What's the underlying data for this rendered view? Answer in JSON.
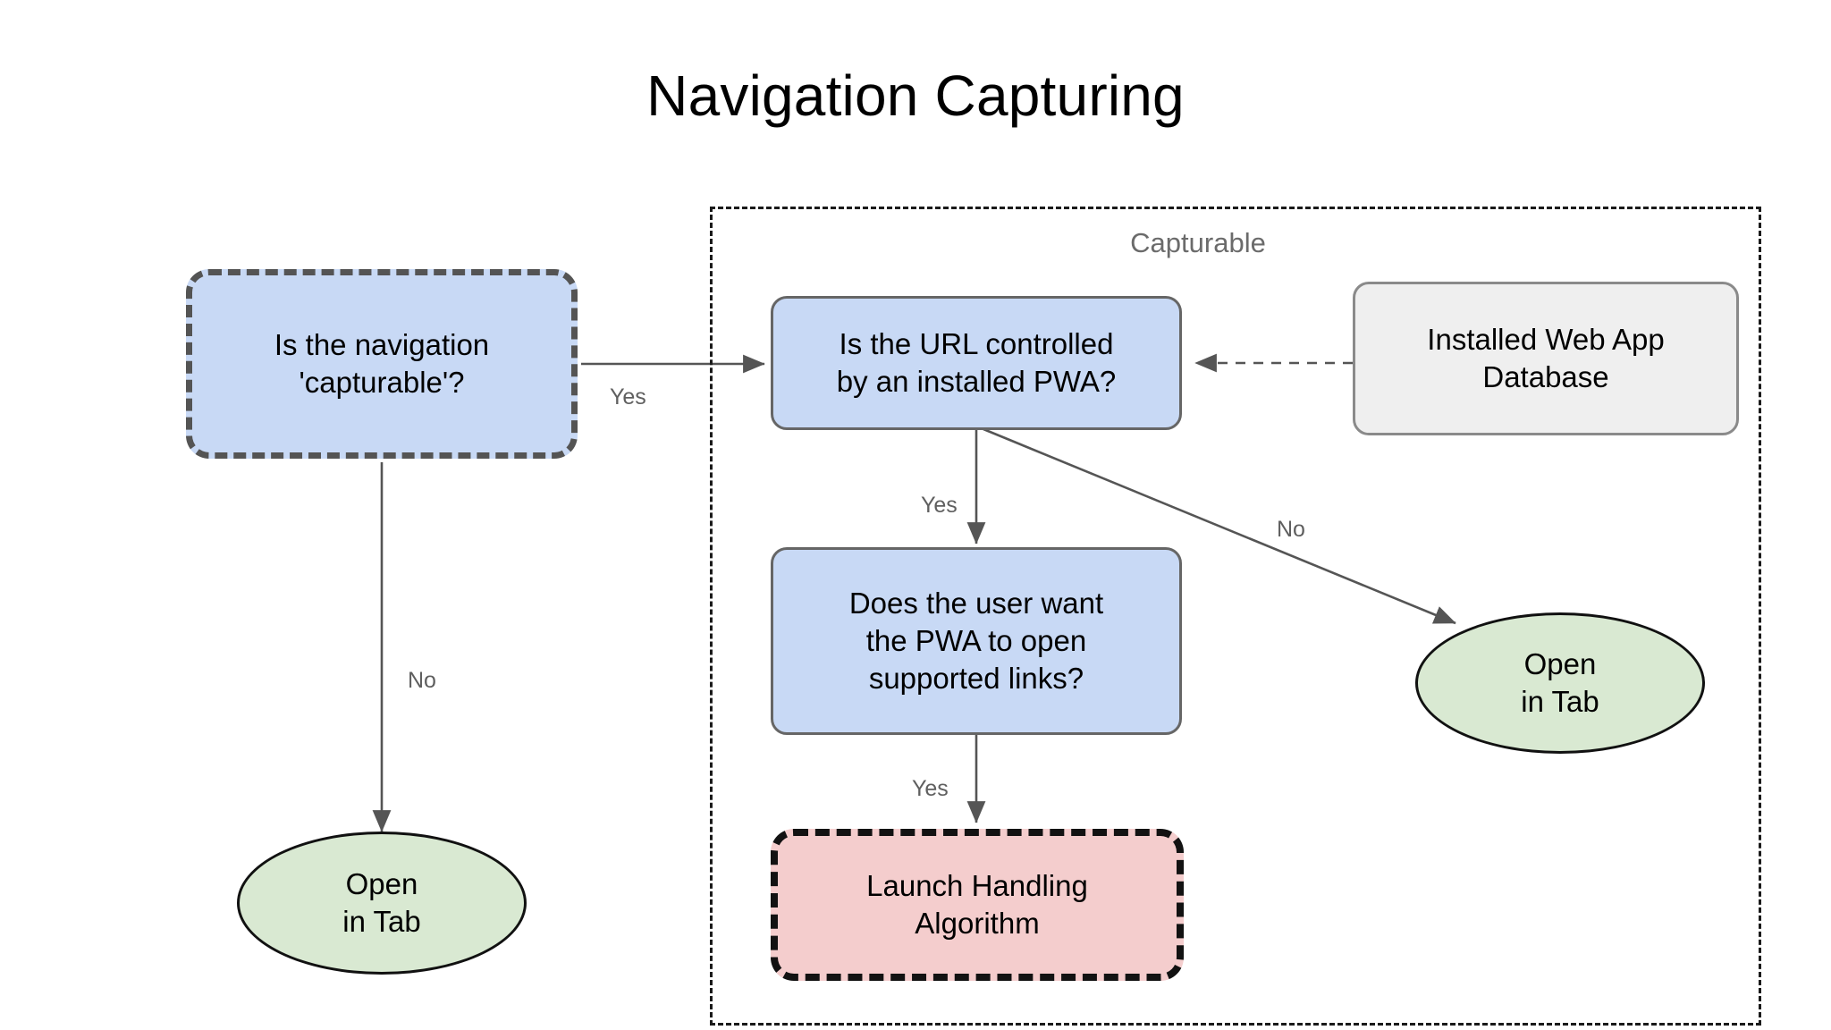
{
  "diagram": {
    "title": "Navigation Capturing",
    "type": "flowchart",
    "group": {
      "label": "Capturable",
      "style": "dashed-container"
    },
    "colors": {
      "decision_fill": "#c8d9f5",
      "datastore_fill": "#efefef",
      "terminal_fill": "#d9e9d2",
      "process_fill": "#f4cdcd",
      "edge_stroke": "#555555",
      "label_text": "#5f5f5f",
      "title_text": "#000000",
      "group_label_text": "#6b6b6b"
    },
    "nodes": [
      {
        "id": "is-navigation-capturable",
        "label": "Is the navigation\n'capturable'?",
        "shape": "rounded-rect",
        "border": "dashed",
        "fill": "#c8d9f5"
      },
      {
        "id": "is-url-controlled-by-pwa",
        "label": "Is the URL controlled\nby an installed PWA?",
        "shape": "rounded-rect",
        "border": "solid",
        "fill": "#c8d9f5"
      },
      {
        "id": "installed-web-app-database",
        "label": "Installed Web App\nDatabase",
        "shape": "rounded-rect",
        "border": "solid",
        "fill": "#efefef"
      },
      {
        "id": "does-user-want-pwa-open-links",
        "label": "Does the user want\nthe PWA to open\nsupported links?",
        "shape": "rounded-rect",
        "border": "solid",
        "fill": "#c8d9f5"
      },
      {
        "id": "launch-handling-algorithm",
        "label": "Launch Handling\nAlgorithm",
        "shape": "rounded-rect",
        "border": "dashed",
        "fill": "#f4cdcd"
      },
      {
        "id": "open-in-tab-left",
        "label": "Open\nin Tab",
        "shape": "ellipse",
        "border": "solid",
        "fill": "#d9e9d2"
      },
      {
        "id": "open-in-tab-right",
        "label": "Open\nin Tab",
        "shape": "ellipse",
        "border": "solid",
        "fill": "#d9e9d2"
      }
    ],
    "edges": [
      {
        "id": "capturable-yes",
        "from": "is-navigation-capturable",
        "to": "is-url-controlled-by-pwa",
        "label": "Yes",
        "style": "solid"
      },
      {
        "id": "capturable-no",
        "from": "is-navigation-capturable",
        "to": "open-in-tab-left",
        "label": "No",
        "style": "solid"
      },
      {
        "id": "url-controlled-yes",
        "from": "is-url-controlled-by-pwa",
        "to": "does-user-want-pwa-open-links",
        "label": "Yes",
        "style": "solid"
      },
      {
        "id": "url-controlled-no",
        "from": "is-url-controlled-by-pwa",
        "to": "open-in-tab-right",
        "label": "No",
        "style": "solid"
      },
      {
        "id": "user-want-yes",
        "from": "does-user-want-pwa-open-links",
        "to": "launch-handling-algorithm",
        "label": "Yes",
        "style": "solid"
      },
      {
        "id": "database-lookup",
        "from": "installed-web-app-database",
        "to": "is-url-controlled-by-pwa",
        "label": "",
        "style": "dashed"
      }
    ]
  }
}
